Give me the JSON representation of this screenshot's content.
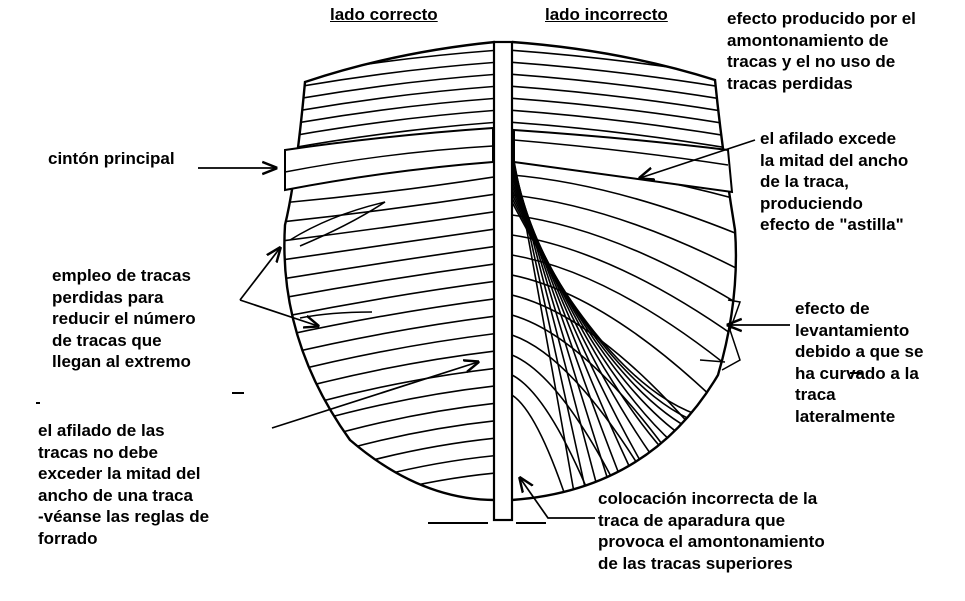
{
  "headers": {
    "left": "lado correcto",
    "right": "lado incorrecto"
  },
  "labels": {
    "top_right": "efecto producido por el\namontonamiento de\ntracas y el no uso de\ntracas perdidas",
    "cinton": "cintón principal",
    "afilado_excede": "el afilado excede\nla mitad del ancho\nde la traca,\nproduciendo\nefecto de \"astilla\"",
    "empleo": "empleo de tracas\nperdidas para\nreducir el número\nde tracas que\nllegan al extremo",
    "efecto_lev": "efecto de\nlevantamiento\ndebido a que se\nha curvado a la\ntraca\nlateralmente",
    "afilado_no": "el afilado de las\ntracas no debe\nexceder la mitad del\nancho de una traca\n-véanse las reglas de\nforrado",
    "colocacion": "colocación incorrecta de la\ntraca de aparadura que\nprovoca el amontonamiento\nde las tracas superiores"
  },
  "colors": {
    "ink": "#000000",
    "paper": "#ffffff"
  }
}
